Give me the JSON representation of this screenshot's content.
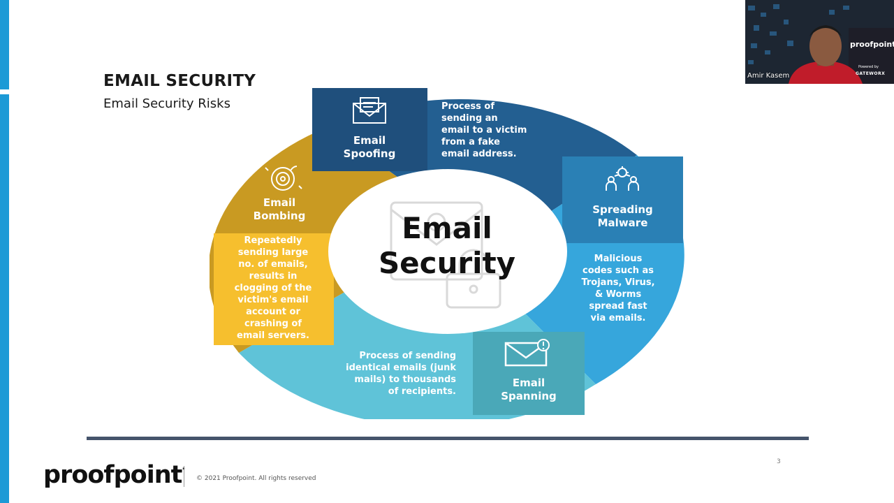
{
  "slide": {
    "title": "EMAIL SECURITY",
    "subtitle": "Email Security Risks",
    "center_label": "Email\nSecurity",
    "segments": {
      "spoofing": {
        "label": "Email\nSpoofing",
        "text": "Process of\nsending an\nemail to a victim\nfrom a fake\nemail address."
      },
      "malware": {
        "label": "Spreading\nMalware",
        "text": "Malicious\ncodes such as\nTrojans, Virus,\n& Worms\nspread fast\nvia emails."
      },
      "spanning": {
        "label": "Email\nSpanning",
        "text": "Process of sending\nidentical emails (junk\nmails) to thousands\nof recipients."
      },
      "bombing": {
        "label": "Email\nBombing",
        "text": "Repeatedly\nsending large\nno. of emails,\nresults in\nclogging of the\nvictim's email\naccount or\ncrashing of\nemail servers."
      }
    },
    "page_number": "3",
    "logo": "proofpoint",
    "logo_mark": ".",
    "copyright": "© 2021 Proofpoint. All rights reserved"
  },
  "video": {
    "participant_name": "Amir Kasem",
    "brand": "proofpoint",
    "powered_by": "Powered by",
    "partner": "GATEWORX"
  },
  "colors": {
    "spoofing_dark": "#1f4f7c",
    "spoofing": "#235f91",
    "malware_box": "#2a80b5",
    "malware": "#36a6dc",
    "spanning_box": "#4aa8b8",
    "spanning": "#5fc3d8",
    "bombing": "#c99a22",
    "bombing_box": "#f6bf2e",
    "accent": "#1c9ad6"
  }
}
